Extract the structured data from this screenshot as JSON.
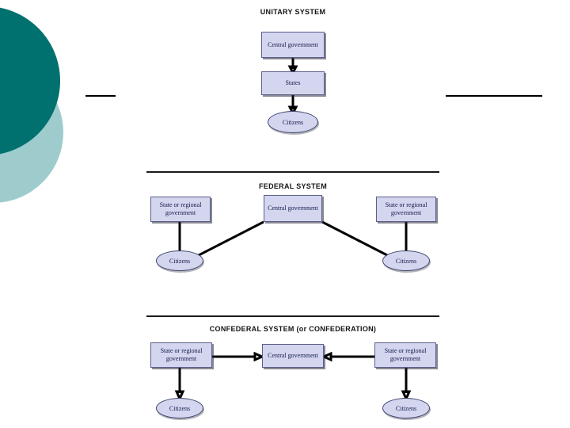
{
  "page": {
    "background_color": "#ffffff",
    "decor": {
      "circle_dark_color": "#00716e",
      "circle_light_color": "#9ecccc",
      "rule_color": "#000000"
    },
    "node_fill_color": "#d3d6ee",
    "node_text_color": "#141b4d"
  },
  "diagrams": [
    {
      "id": "unitary",
      "title": "UNITARY SYSTEM",
      "nodes": {
        "central": "Central government",
        "states": "States",
        "citizens": "Citizens"
      }
    },
    {
      "id": "federal",
      "title": "FEDERAL SYSTEM",
      "nodes": {
        "state_left": "State or regional government",
        "central": "Central government",
        "state_right": "State or regional government",
        "citizens_left": "Citizens",
        "citizens_right": "Citizens"
      }
    },
    {
      "id": "confederal",
      "title": "CONFEDERAL SYSTEM (or CONFEDERATION)",
      "nodes": {
        "state_left": "State or regional government",
        "central": "Central government",
        "state_right": "State or regional government",
        "citizens_left": "Citizens",
        "citizens_right": "Citizens"
      }
    }
  ]
}
